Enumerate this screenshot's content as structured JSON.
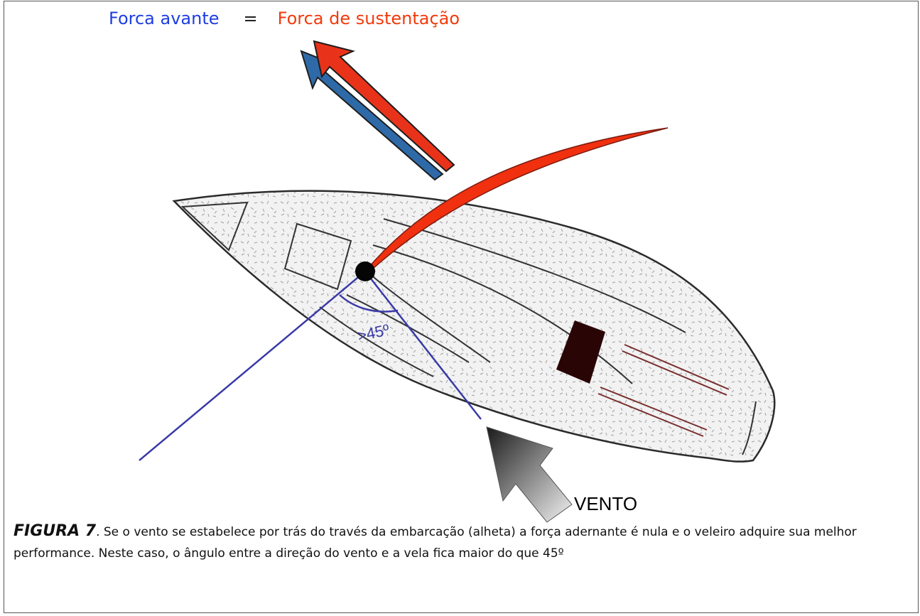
{
  "title": {
    "forward_force": "Forca avante",
    "equals": "=",
    "lift_force": "Forca de sustentação"
  },
  "diagram": {
    "angle_label": ">45º",
    "wind_label": "VENTO",
    "colors": {
      "forward_arrow": "#2f6aa8",
      "lift_arrow": "#e8331a",
      "sail": "#f0300f",
      "angle_lines": "#3a3aa8",
      "hull_outline": "#333333",
      "hatch": "#2a0a0a"
    }
  },
  "caption": {
    "figure_label": "FIGURA 7",
    "text": ". Se o vento se estabelece por trás do través da embarcação (alheta) a força adernante é nula e o veleiro adquire sua melhor performance. Neste caso, o ângulo entre a direção do vento e a vela fica maior do que 45º"
  }
}
